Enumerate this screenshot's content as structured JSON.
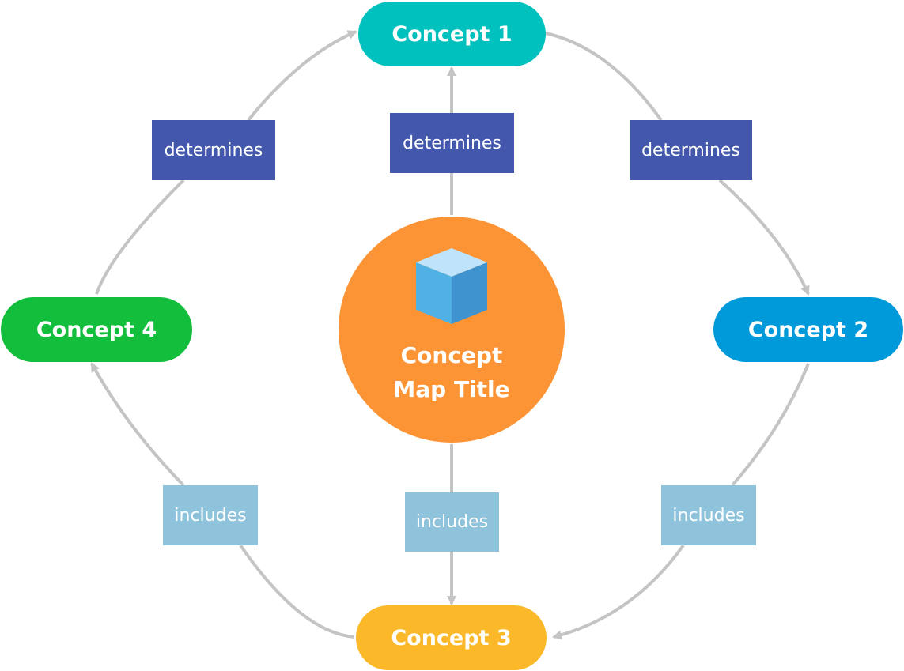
{
  "center": {
    "title_line1": "Concept",
    "title_line2": "Map Title",
    "icon": "cube-icon"
  },
  "concepts": {
    "c1": {
      "label": "Concept 1",
      "color": "#00c1bd"
    },
    "c2": {
      "label": "Concept 2",
      "color": "#0099d9"
    },
    "c3": {
      "label": "Concept 3",
      "color": "#fbb828"
    },
    "c4": {
      "label": "Concept 4",
      "color": "#12be3c"
    }
  },
  "center_color": "#fc9435",
  "link_colors": {
    "determines": "#4357ad",
    "includes": "#8fc3dc",
    "connector": "#c4c4c4"
  },
  "links": {
    "c4_to_c1": "determines",
    "center_to_c1": "determines",
    "c1_to_c2": "determines",
    "c3_to_c4": "includes",
    "center_to_c3": "includes",
    "c2_to_c3": "includes"
  }
}
